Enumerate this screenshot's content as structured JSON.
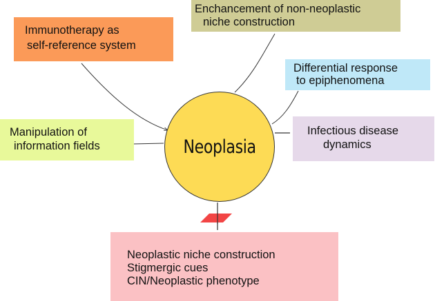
{
  "center": {
    "label": "Neoplasia",
    "color": "#fddb55"
  },
  "nodes": [
    {
      "id": "immunotherapy",
      "lines": [
        "Immunotherapy as",
        "self-reference system"
      ],
      "color": "#fb9a58"
    },
    {
      "id": "enhancement",
      "lines": [
        "Enchancement of non-neoplastic",
        "niche construction"
      ],
      "color": "#cfcc95"
    },
    {
      "id": "differential",
      "lines": [
        "Differential response",
        "to epiphenomena"
      ],
      "color": "#bfe8f8"
    },
    {
      "id": "manipulation",
      "lines": [
        "Manipulation of",
        "information fields"
      ],
      "color": "#e8f99a"
    },
    {
      "id": "infectious",
      "lines": [
        "Infectious disease",
        "dynamics"
      ],
      "color": "#e6d9ea"
    },
    {
      "id": "neoplastic",
      "lines": [
        "Neoplastic niche construction",
        "Stigmergic cues",
        "CIN/Neoplastic phenotype"
      ],
      "color": "#fbc1c4"
    }
  ],
  "marker_color": "#f24545",
  "connector_color": "#333333"
}
